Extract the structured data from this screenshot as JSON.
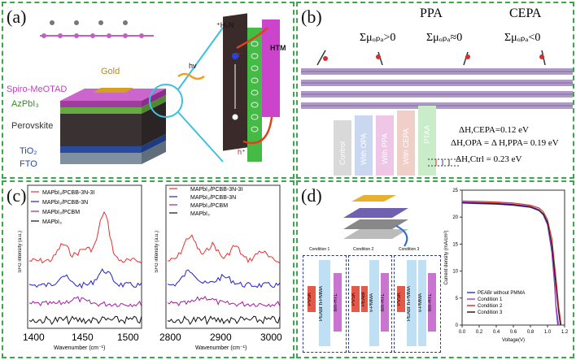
{
  "panel_a": {
    "label": "(a)",
    "layers": [
      "Gold",
      "Spiro-MeOTAD",
      "AzPbI₃",
      "Perovskite",
      "TiO₂",
      "FTO"
    ],
    "htm": "HTM",
    "hv": "hν",
    "electron": "e⁻",
    "hole": "h⁺",
    "molecule": "⁺H₃N"
  },
  "panel_b": {
    "label": "(b)",
    "titles": [
      "PPA",
      "CEPA"
    ],
    "mu": [
      "Σμₒₚₐ>0",
      "Σμₒₚₐ≈0",
      "Σμₒₚₐ<0"
    ],
    "bars": [
      "Control",
      "With OPA",
      "With PPA",
      "With CEPA",
      "PTAA"
    ],
    "bar_colors": [
      "#d9d9d9",
      "#c9d8f0",
      "#efc6e6",
      "#f1cfc9",
      "#c9ecc9"
    ],
    "energies": [
      "ΔH,CEPA=0.12 eV",
      "ΔH,OPA = Δ H,PPA= 0.19 eV",
      "ΔH,Ctrl = 0.23 eV"
    ]
  },
  "panel_c": {
    "label": "(c)",
    "left_legend": [
      "MAPbI₃/PCBB-3N-3I",
      "MAPbI₃/PCBB-3N",
      "MAPbI₃/PCBM",
      "MAPbI₃"
    ],
    "right_legend": [
      "MAPbI₃/PCBB-3N-3I",
      "MAPbI₃/PCBB-3N",
      "MAPbI₃/PCBM",
      "MAPbI₃"
    ],
    "series_colors": [
      "#e83030",
      "#2020d0",
      "#a020a0",
      "#111111"
    ],
    "ylabel": "SFG intensity (a.u.)",
    "xlabel": "Wavenumber (cm⁻¹)",
    "left_ticks": [
      "1400",
      "1450",
      "1500"
    ],
    "right_ticks": [
      "2800",
      "2900",
      "3000"
    ]
  },
  "panel_d": {
    "label": "(d)",
    "conditions": [
      "Condition 1",
      "Condition 2",
      "Condition 3"
    ],
    "stack_labels": {
      "c1": [
        "PVSK",
        "PEABr h-PMMA",
        "hm-HTL"
      ],
      "c2": [
        "PVSK",
        "PEABr",
        "v-PMMA",
        "hm-HTL"
      ],
      "c3": [
        "PVSK",
        "PEABr h-PMMA",
        "v-PMMA",
        "hm-HTL"
      ]
    },
    "chart_data": {
      "type": "line",
      "xlabel": "Voltage(V)",
      "ylabel": "Current density (mA/cm²)",
      "xlim": [
        0.0,
        1.2
      ],
      "ylim": [
        0,
        25
      ],
      "xticks": [
        "0.0",
        "0.2",
        "0.4",
        "0.6",
        "0.8",
        "1.0",
        "1.2"
      ],
      "yticks": [
        "0",
        "5",
        "10",
        "15",
        "20",
        "25"
      ],
      "series": [
        {
          "name": "PEABr without PMMA",
          "color": "#3a3ad8",
          "x": [
            0,
            0.2,
            0.4,
            0.6,
            0.8,
            0.9,
            0.95,
            1.0,
            1.05,
            1.08,
            1.1,
            1.12
          ],
          "y": [
            22.6,
            22.5,
            22.4,
            22.2,
            21.8,
            21.2,
            20.4,
            18.6,
            13.5,
            8.0,
            3.0,
            0
          ]
        },
        {
          "name": "Condition 1",
          "color": "#c040c0",
          "x": [
            0,
            0.2,
            0.4,
            0.6,
            0.8,
            0.9,
            0.95,
            1.0,
            1.05,
            1.08,
            1.1,
            1.13
          ],
          "y": [
            22.8,
            22.7,
            22.6,
            22.4,
            22.0,
            21.4,
            20.6,
            18.9,
            14.0,
            8.6,
            3.6,
            0
          ]
        },
        {
          "name": "Condition 2",
          "color": "#e03030",
          "x": [
            0,
            0.2,
            0.4,
            0.6,
            0.8,
            0.9,
            0.95,
            1.0,
            1.05,
            1.1,
            1.13,
            1.16
          ],
          "y": [
            23.0,
            22.9,
            22.8,
            22.6,
            22.2,
            21.7,
            21.0,
            19.5,
            16.0,
            8.5,
            3.5,
            0
          ]
        },
        {
          "name": "Condition 3",
          "color": "#222222",
          "x": [
            0,
            0.2,
            0.4,
            0.6,
            0.8,
            0.9,
            0.95,
            1.0,
            1.05,
            1.1,
            1.13,
            1.15
          ],
          "y": [
            22.7,
            22.6,
            22.5,
            22.3,
            21.9,
            21.3,
            20.6,
            19.0,
            14.8,
            7.0,
            2.5,
            0
          ]
        }
      ]
    }
  }
}
